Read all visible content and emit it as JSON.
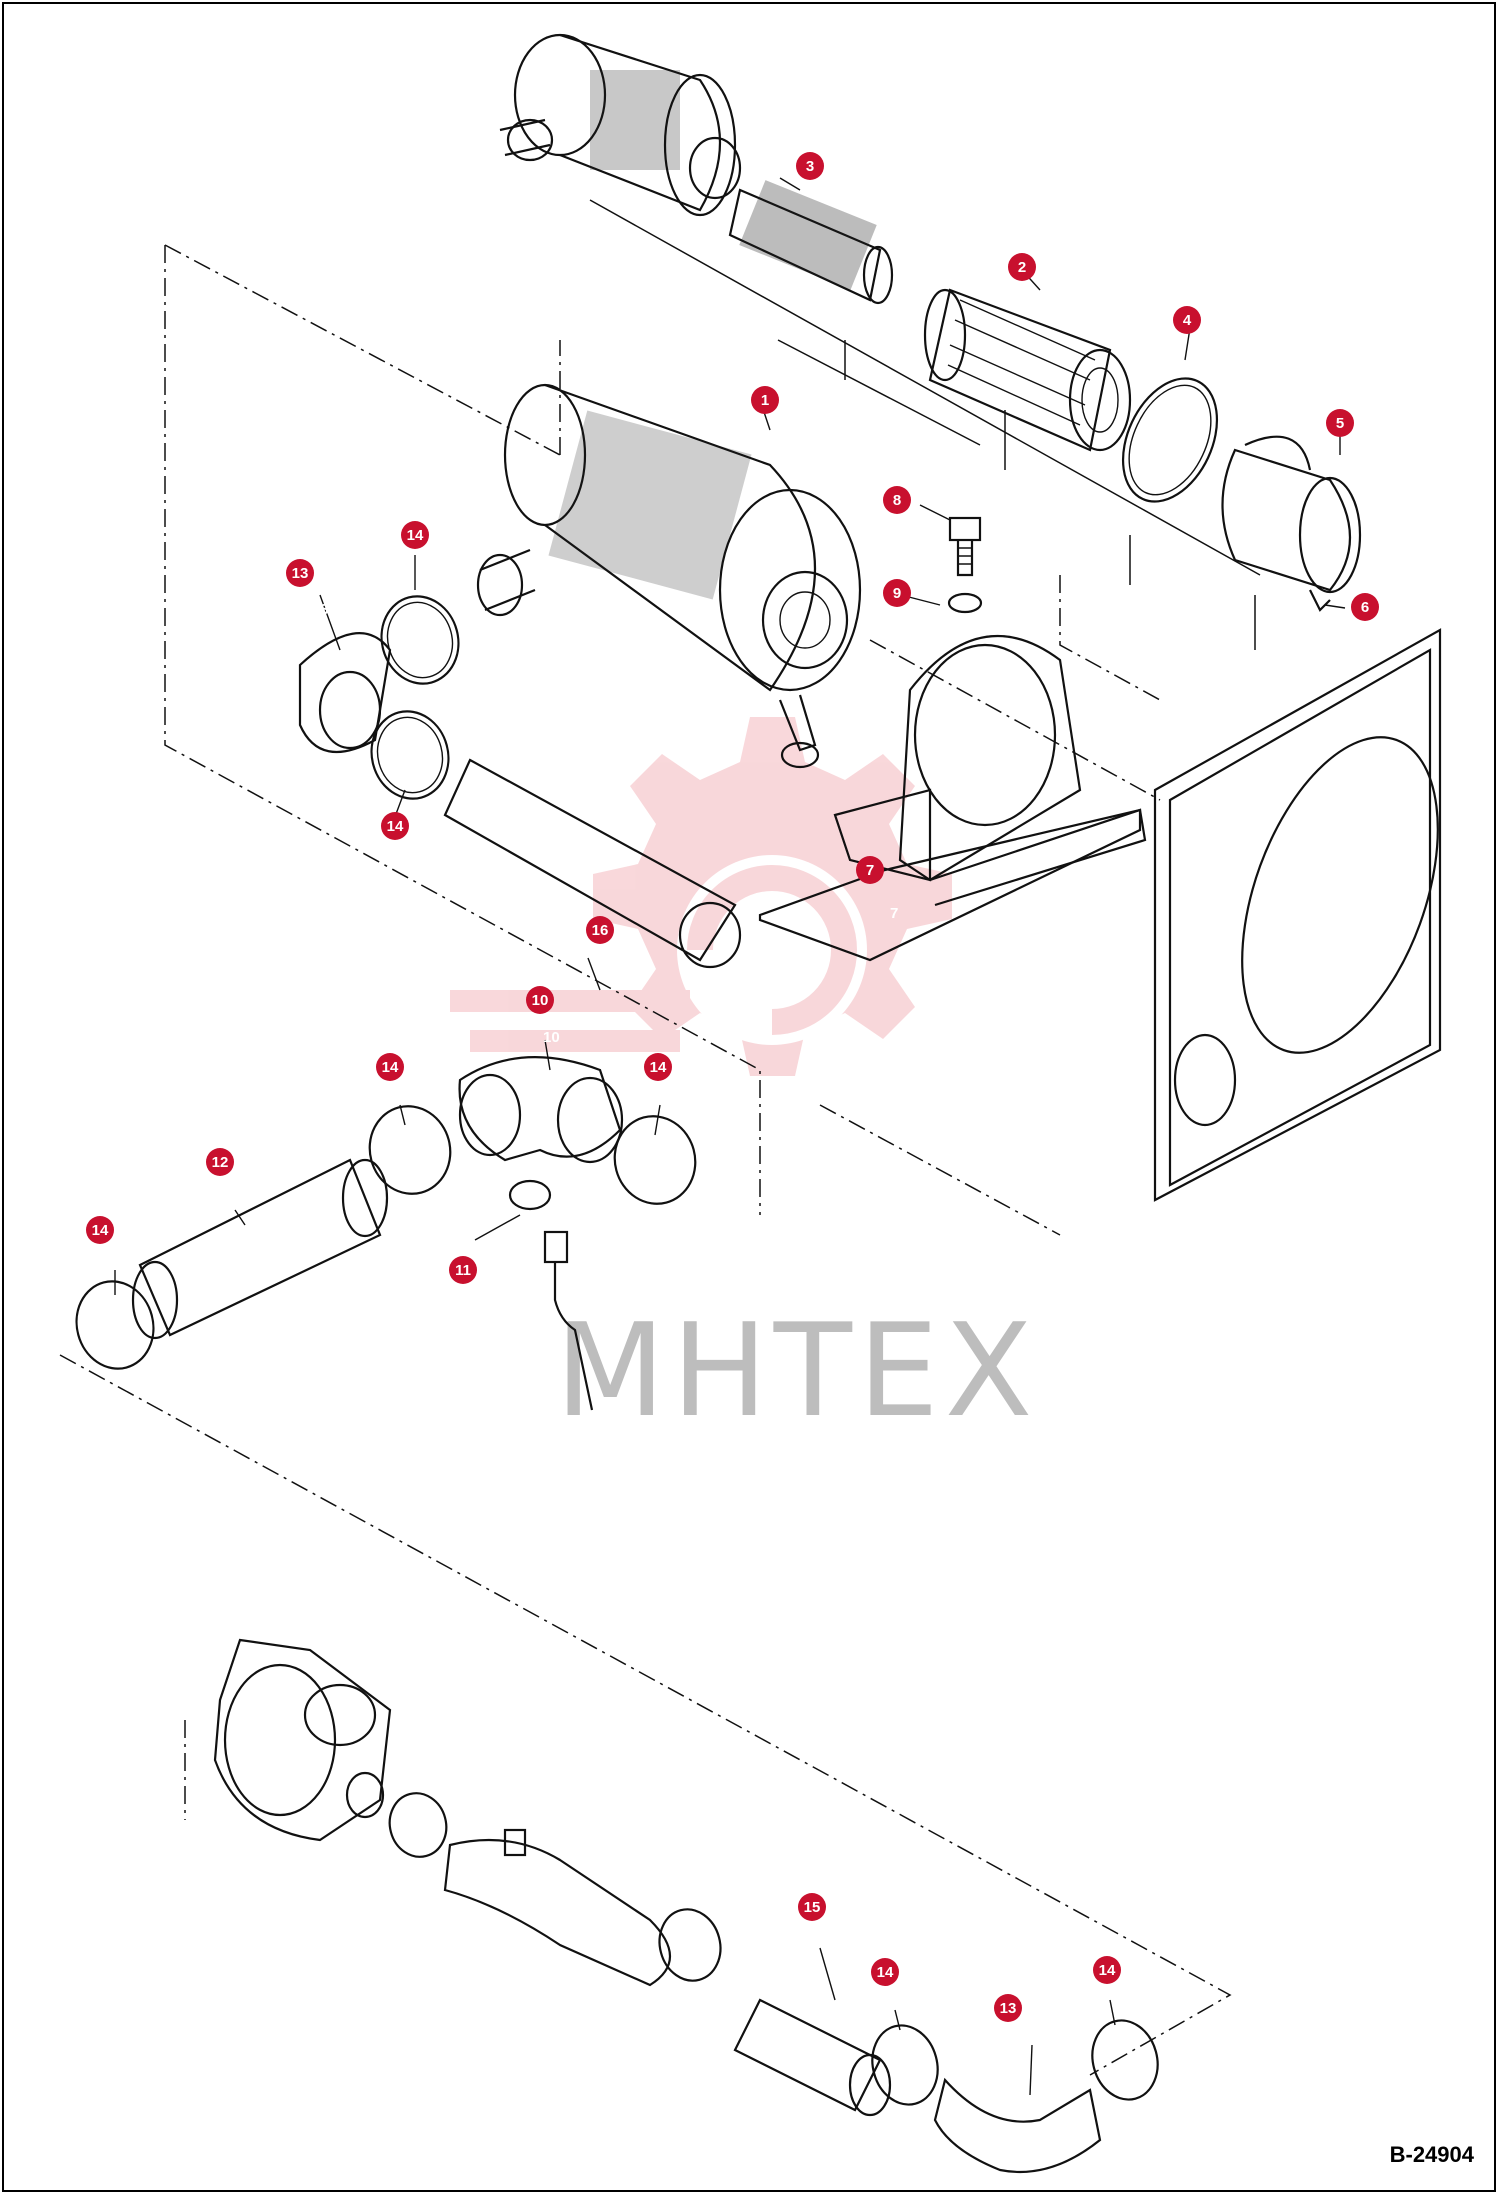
{
  "figure": {
    "doc_code": "B-24904",
    "watermark": "MHTEX",
    "colors": {
      "callout": "#c8102e",
      "line": "#111111",
      "watermark_gear": "#f2b3b8"
    }
  },
  "callouts": [
    {
      "label": "1",
      "number": "1"
    },
    {
      "label": "2",
      "number": ""
    },
    {
      "label": "3",
      "number": "3"
    },
    {
      "label": "4",
      "number": "4"
    },
    {
      "label": "5",
      "number": "5"
    },
    {
      "label": "6",
      "number": "6"
    },
    {
      "label": "7",
      "number": "7"
    },
    {
      "label": "8",
      "number": "8"
    },
    {
      "label": "9",
      "number": "9"
    },
    {
      "label": "10",
      "number": "10"
    },
    {
      "label": "11",
      "number": "11"
    },
    {
      "label": "12",
      "number": "12"
    },
    {
      "label": "13",
      "number": "13"
    },
    {
      "label": "14",
      "number": "14"
    },
    {
      "label": "14",
      "number": ""
    },
    {
      "label": "16",
      "number": "16"
    },
    {
      "label": "14",
      "number": "14"
    },
    {
      "label": "14",
      "number": "14"
    },
    {
      "label": "14",
      "number": "14"
    },
    {
      "label": "15",
      "number": "15"
    },
    {
      "label": "14",
      "number": "14"
    },
    {
      "label": "13",
      "number": "13"
    },
    {
      "label": "14",
      "number": "14"
    }
  ]
}
